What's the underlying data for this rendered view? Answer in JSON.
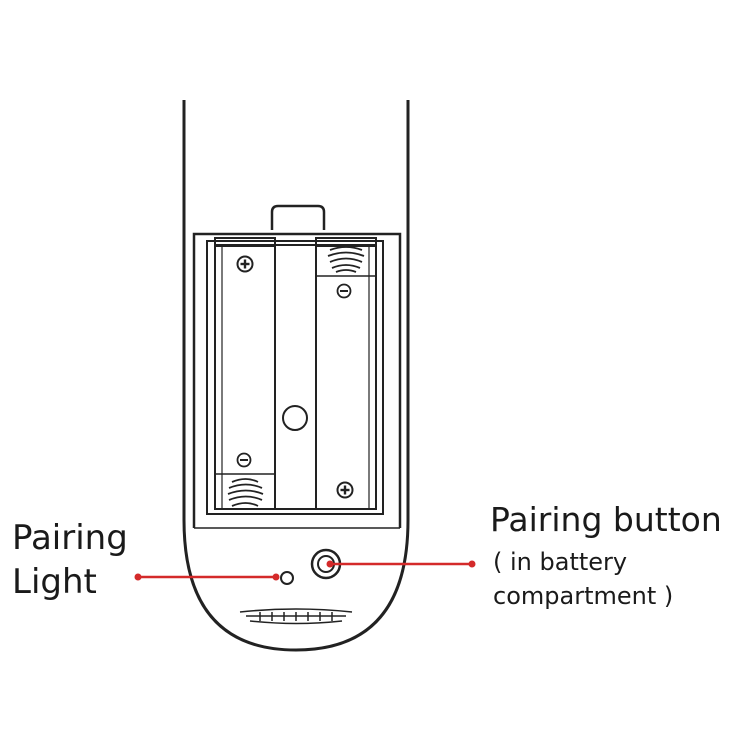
{
  "labels": {
    "pairing_light_line1": "Pairing",
    "pairing_light_line2": "Light",
    "pairing_button_title": "Pairing button",
    "pairing_button_sub_line1": "( in battery",
    "pairing_button_sub_line2": "compartment )"
  },
  "symbols": {
    "plus": "+",
    "minus": "−"
  },
  "colors": {
    "outline": "#222222",
    "leader_line": "#d42a2a",
    "background": "#ffffff"
  }
}
